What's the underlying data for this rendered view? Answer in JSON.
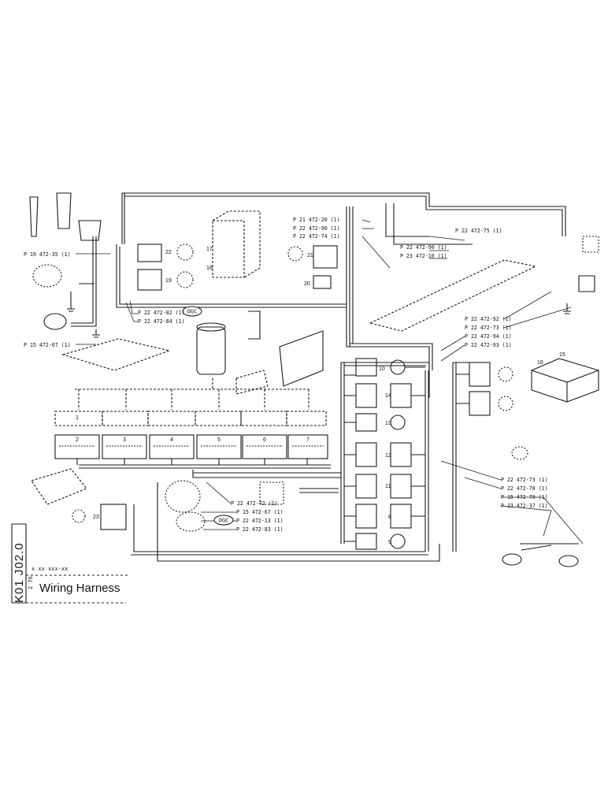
{
  "title_block": {
    "drawing_code": "K01 J02.0",
    "part_mask": "x xx  xxx-xx",
    "date_fragment": "2 76",
    "title": "Wiring Harness"
  },
  "part_labels": {
    "p19_472_35": "P 19 472-35 (1)",
    "p15_472_67_left": "P 15 472-67 (1)",
    "p22_472_82": "P 22 472-82 (1)",
    "p22_472_84": "P 22 472-84 (1)",
    "p21_472_20": "P 21 472-20 (1)",
    "p22_472_90_top": "P 22 472-90 (1)",
    "p22_472_74": "P 22 472-74 (1)",
    "p22_472_75": "P 22 472-75 (1)",
    "p22_472_90_mid": "P 22 472-90 (1)",
    "p23_472_10": "P 23 472-10 (1)",
    "p22_472_92": "P 22 472-92 (1)",
    "p22_472_73_a": "P 22 472-73 (1)",
    "p22_472_94": "P 22 472-94 (1)",
    "p22_472_93": "P 22 472-93 (1)",
    "p22_472_73_b": "P 22 472-73 (1)",
    "p22_472_78": "P 22 472-78 (1)",
    "p15_472_79": "P 15 472-79 (1)",
    "p23_472_37": "P 23 472-37 (1)",
    "p22_472_72": "P 22 472-72 (1)",
    "p15_472_67_bottom": "P 15 472-67 (1)",
    "p22_472_13": "P 22 472-13 (1)",
    "p22_472_83": "P 22 472-83 (1)"
  },
  "badges": {
    "ogc": "OGC"
  },
  "item_numbers": {
    "n1": "1",
    "n2": "2",
    "n3": "3",
    "n4": "4",
    "n5": "5",
    "n6": "6",
    "n7": "7",
    "n8": "8",
    "n9": "9",
    "n10": "10",
    "n11": "11",
    "n12": "12",
    "n13": "13",
    "n14": "14",
    "n15": "15",
    "n16": "16",
    "n17": "17",
    "n18": "18",
    "n19": "19",
    "n20": "20",
    "n21": "21",
    "n22": "22",
    "n23": "23"
  }
}
